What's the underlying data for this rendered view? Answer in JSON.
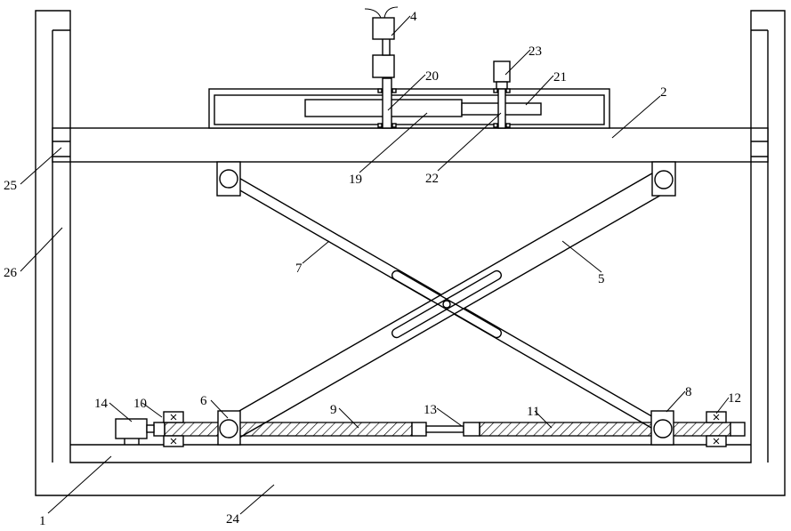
{
  "labels": {
    "l1": "1",
    "l2": "2",
    "l4": "4",
    "l5": "5",
    "l6": "6",
    "l7": "7",
    "l8": "8",
    "l9": "9",
    "l10": "10",
    "l11": "11",
    "l12": "12",
    "l13": "13",
    "l14": "14",
    "l19": "19",
    "l20": "20",
    "l21": "21",
    "l22": "22",
    "l23": "23",
    "l24": "24",
    "l25": "25",
    "l26": "26"
  }
}
